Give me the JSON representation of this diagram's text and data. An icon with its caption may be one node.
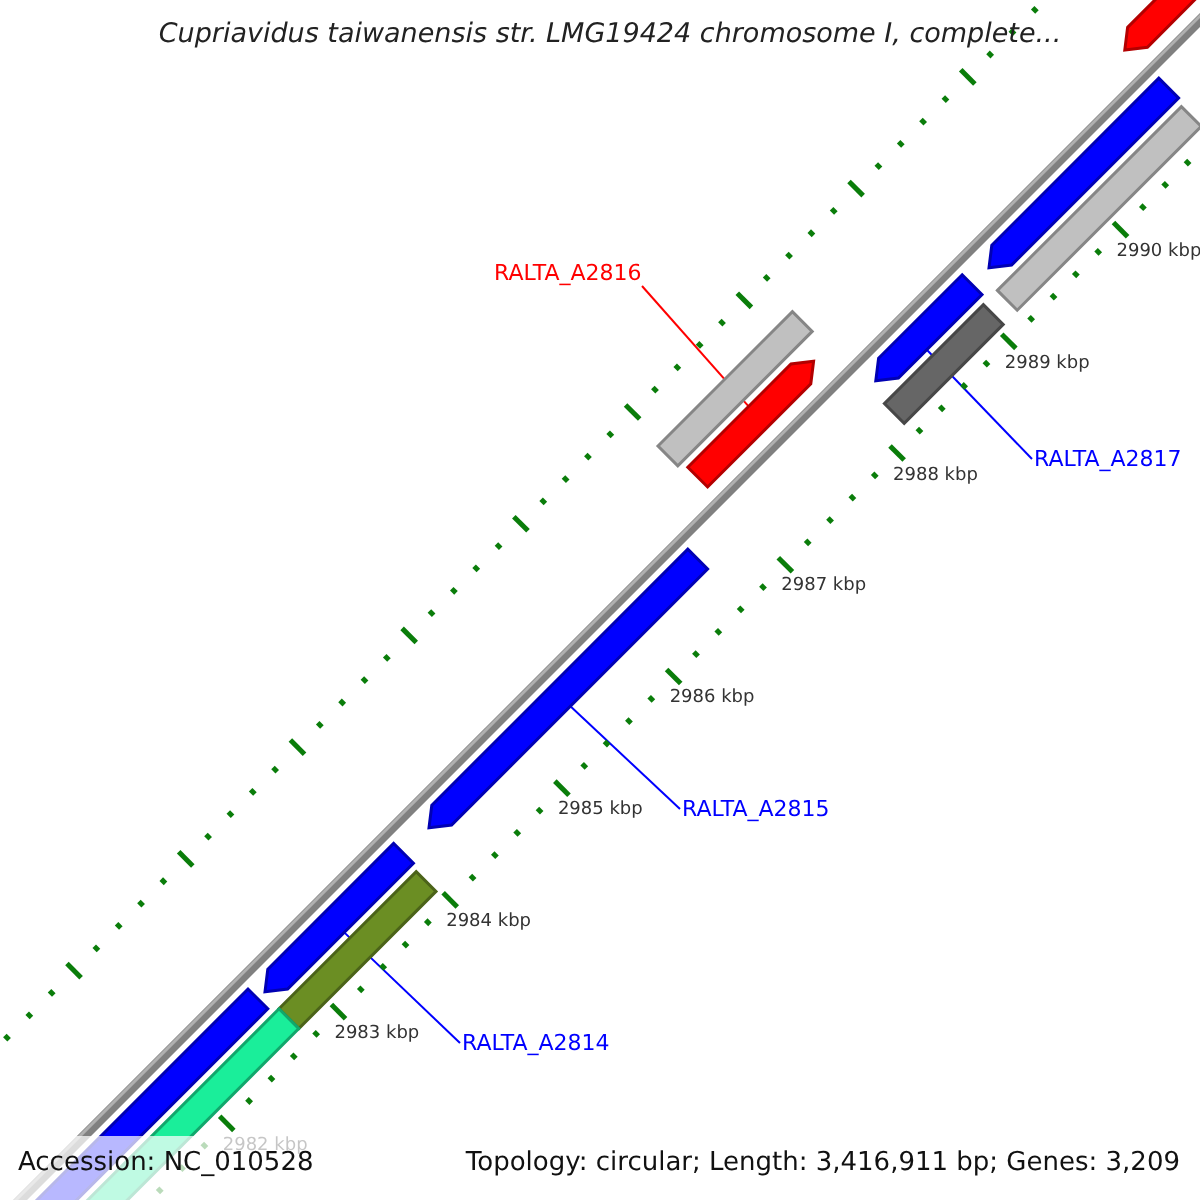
{
  "diagram": {
    "title": "Cupriavidus taiwanensis str. LMG19424 chromosome I, complete...",
    "nodes": [
      {
        "text": [
          "RALTA_A2816"
        ]
      },
      {
        "text": [
          "RALTA_A2817"
        ]
      },
      {
        "text": [
          "RALTA_A2815"
        ]
      },
      {
        "text": [
          "RALTA_A2814"
        ]
      },
      {
        "text": [],
        "shape": "bar"
      },
      {
        "text": [],
        "shape": "bar"
      },
      {
        "text": [],
        "shape": "bar"
      },
      {
        "text": [],
        "shape": "bar"
      }
    ],
    "edges": [
      {
        "from": 0,
        "to": 4,
        "arrow": "none",
        "color": "#ff0000"
      },
      {
        "from": 1,
        "to": 5,
        "arrow": "none"
      },
      {
        "from": 2,
        "to": 6,
        "arrow": "none"
      },
      {
        "from": 3,
        "to": 7,
        "arrow": "none"
      }
    ],
    "labels": [
      "2990 kbp",
      "2989 kbp",
      "2988 kbp",
      "2987 kbp",
      "2986 kbp",
      "2985 kbp",
      "2984 kbp",
      "2983 kbp",
      "2982 kbp",
      "Accession: NC_010528",
      "Topology: circular; Length: 3,416,911 bp; Genes: 3,209"
    ]
  }
}
